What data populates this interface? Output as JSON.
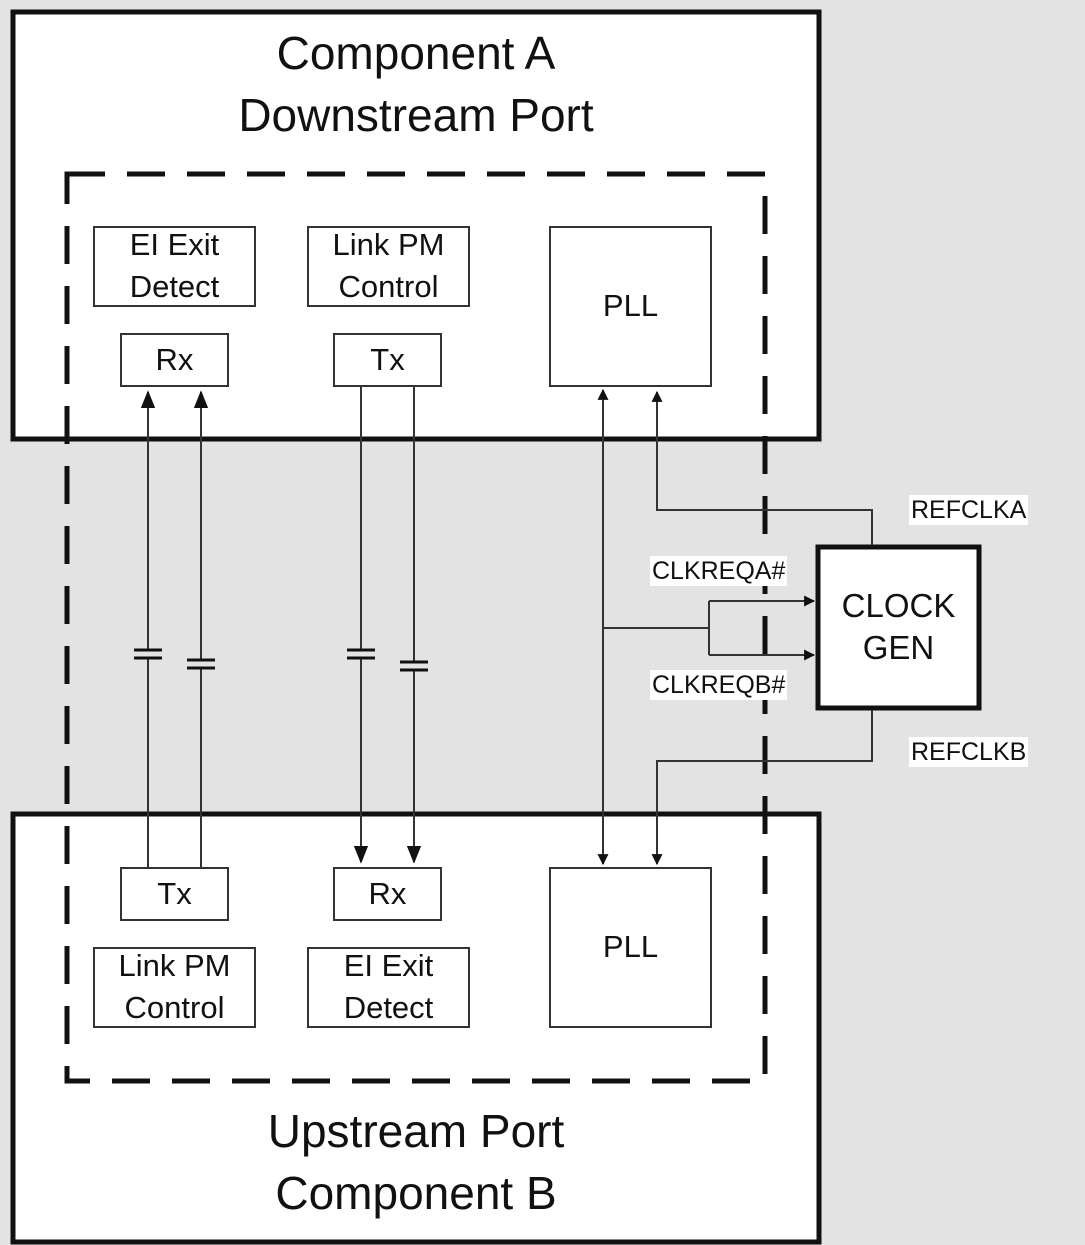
{
  "component_a": {
    "line1": "Component A",
    "line2": "Downstream Port"
  },
  "component_b": {
    "line1": "Upstream Port",
    "line2": "Component B"
  },
  "top_port": {
    "ei_exit": {
      "line1": "EI Exit",
      "line2": "Detect"
    },
    "link_pm": {
      "line1": "Link PM",
      "line2": "Control"
    },
    "rx": "Rx",
    "tx": "Tx",
    "pll": "PLL"
  },
  "bottom_port": {
    "tx": "Tx",
    "rx": "Rx",
    "link_pm": {
      "line1": "Link PM",
      "line2": "Control"
    },
    "ei_exit": {
      "line1": "EI Exit",
      "line2": "Detect"
    },
    "pll": "PLL"
  },
  "clock_gen": {
    "line1": "CLOCK",
    "line2": "GEN"
  },
  "signals": {
    "refclka": "REFCLKA",
    "refclkb": "REFCLKB",
    "clkreqa": "CLKREQA#",
    "clkreqb": "CLKREQB#"
  },
  "colors": {
    "background_area": "#e3e3e3",
    "stroke": "#111111",
    "box_fill": "#ffffff"
  }
}
